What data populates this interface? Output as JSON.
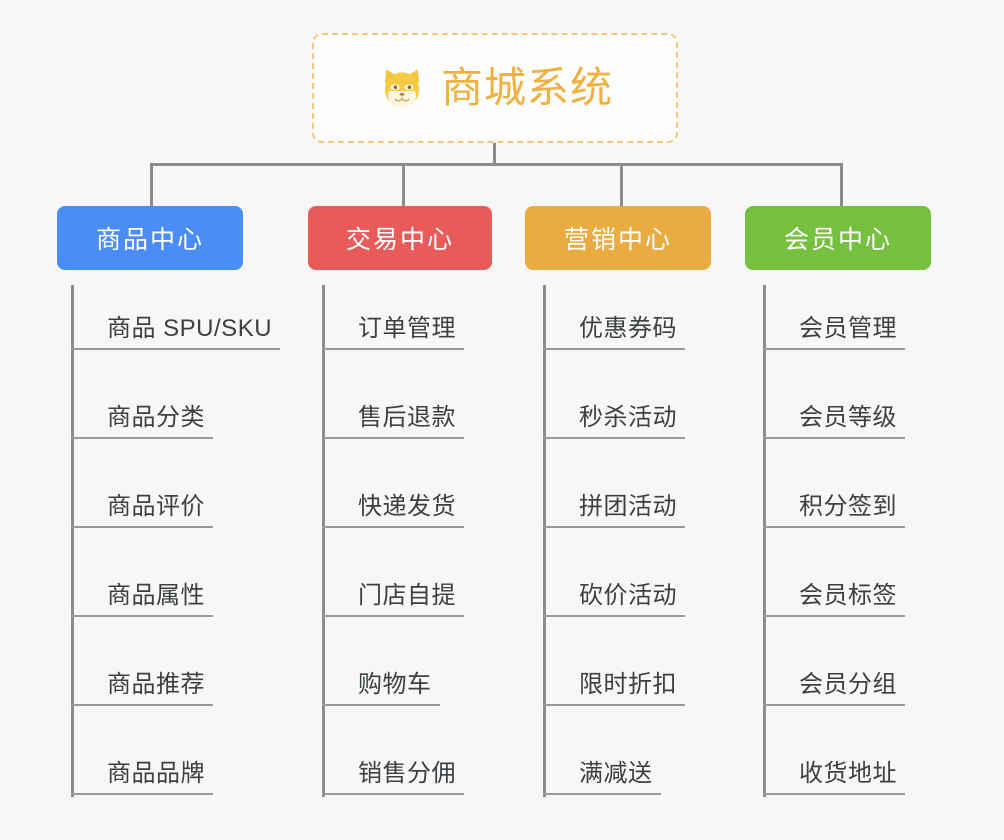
{
  "page": {
    "background_color": "#f7f7f7",
    "type": "mindmap"
  },
  "root": {
    "title": "商城系统",
    "icon": "shiba-dog-face-icon",
    "text_color": "#eeb142",
    "border_color": "#f5c77e",
    "background_color": "#fdfdfc"
  },
  "connector_color": "#8c8c8c",
  "branches": [
    {
      "label": "商品中心",
      "color": "#4a8df6",
      "items": [
        "商品 SPU/SKU",
        "商品分类",
        "商品评价",
        "商品属性",
        "商品推荐",
        "商品品牌"
      ]
    },
    {
      "label": "交易中心",
      "color": "#e95b5b",
      "items": [
        "订单管理",
        "售后退款",
        "快递发货",
        "门店自提",
        "购物车",
        "销售分佣"
      ]
    },
    {
      "label": "营销中心",
      "color": "#eaac40",
      "items": [
        "优惠券码",
        "秒杀活动",
        "拼团活动",
        "砍价活动",
        "限时折扣",
        "满减送"
      ]
    },
    {
      "label": "会员中心",
      "color": "#76c040",
      "items": [
        "会员管理",
        "会员等级",
        "积分签到",
        "会员标签",
        "会员分组",
        "收货地址"
      ]
    }
  ]
}
